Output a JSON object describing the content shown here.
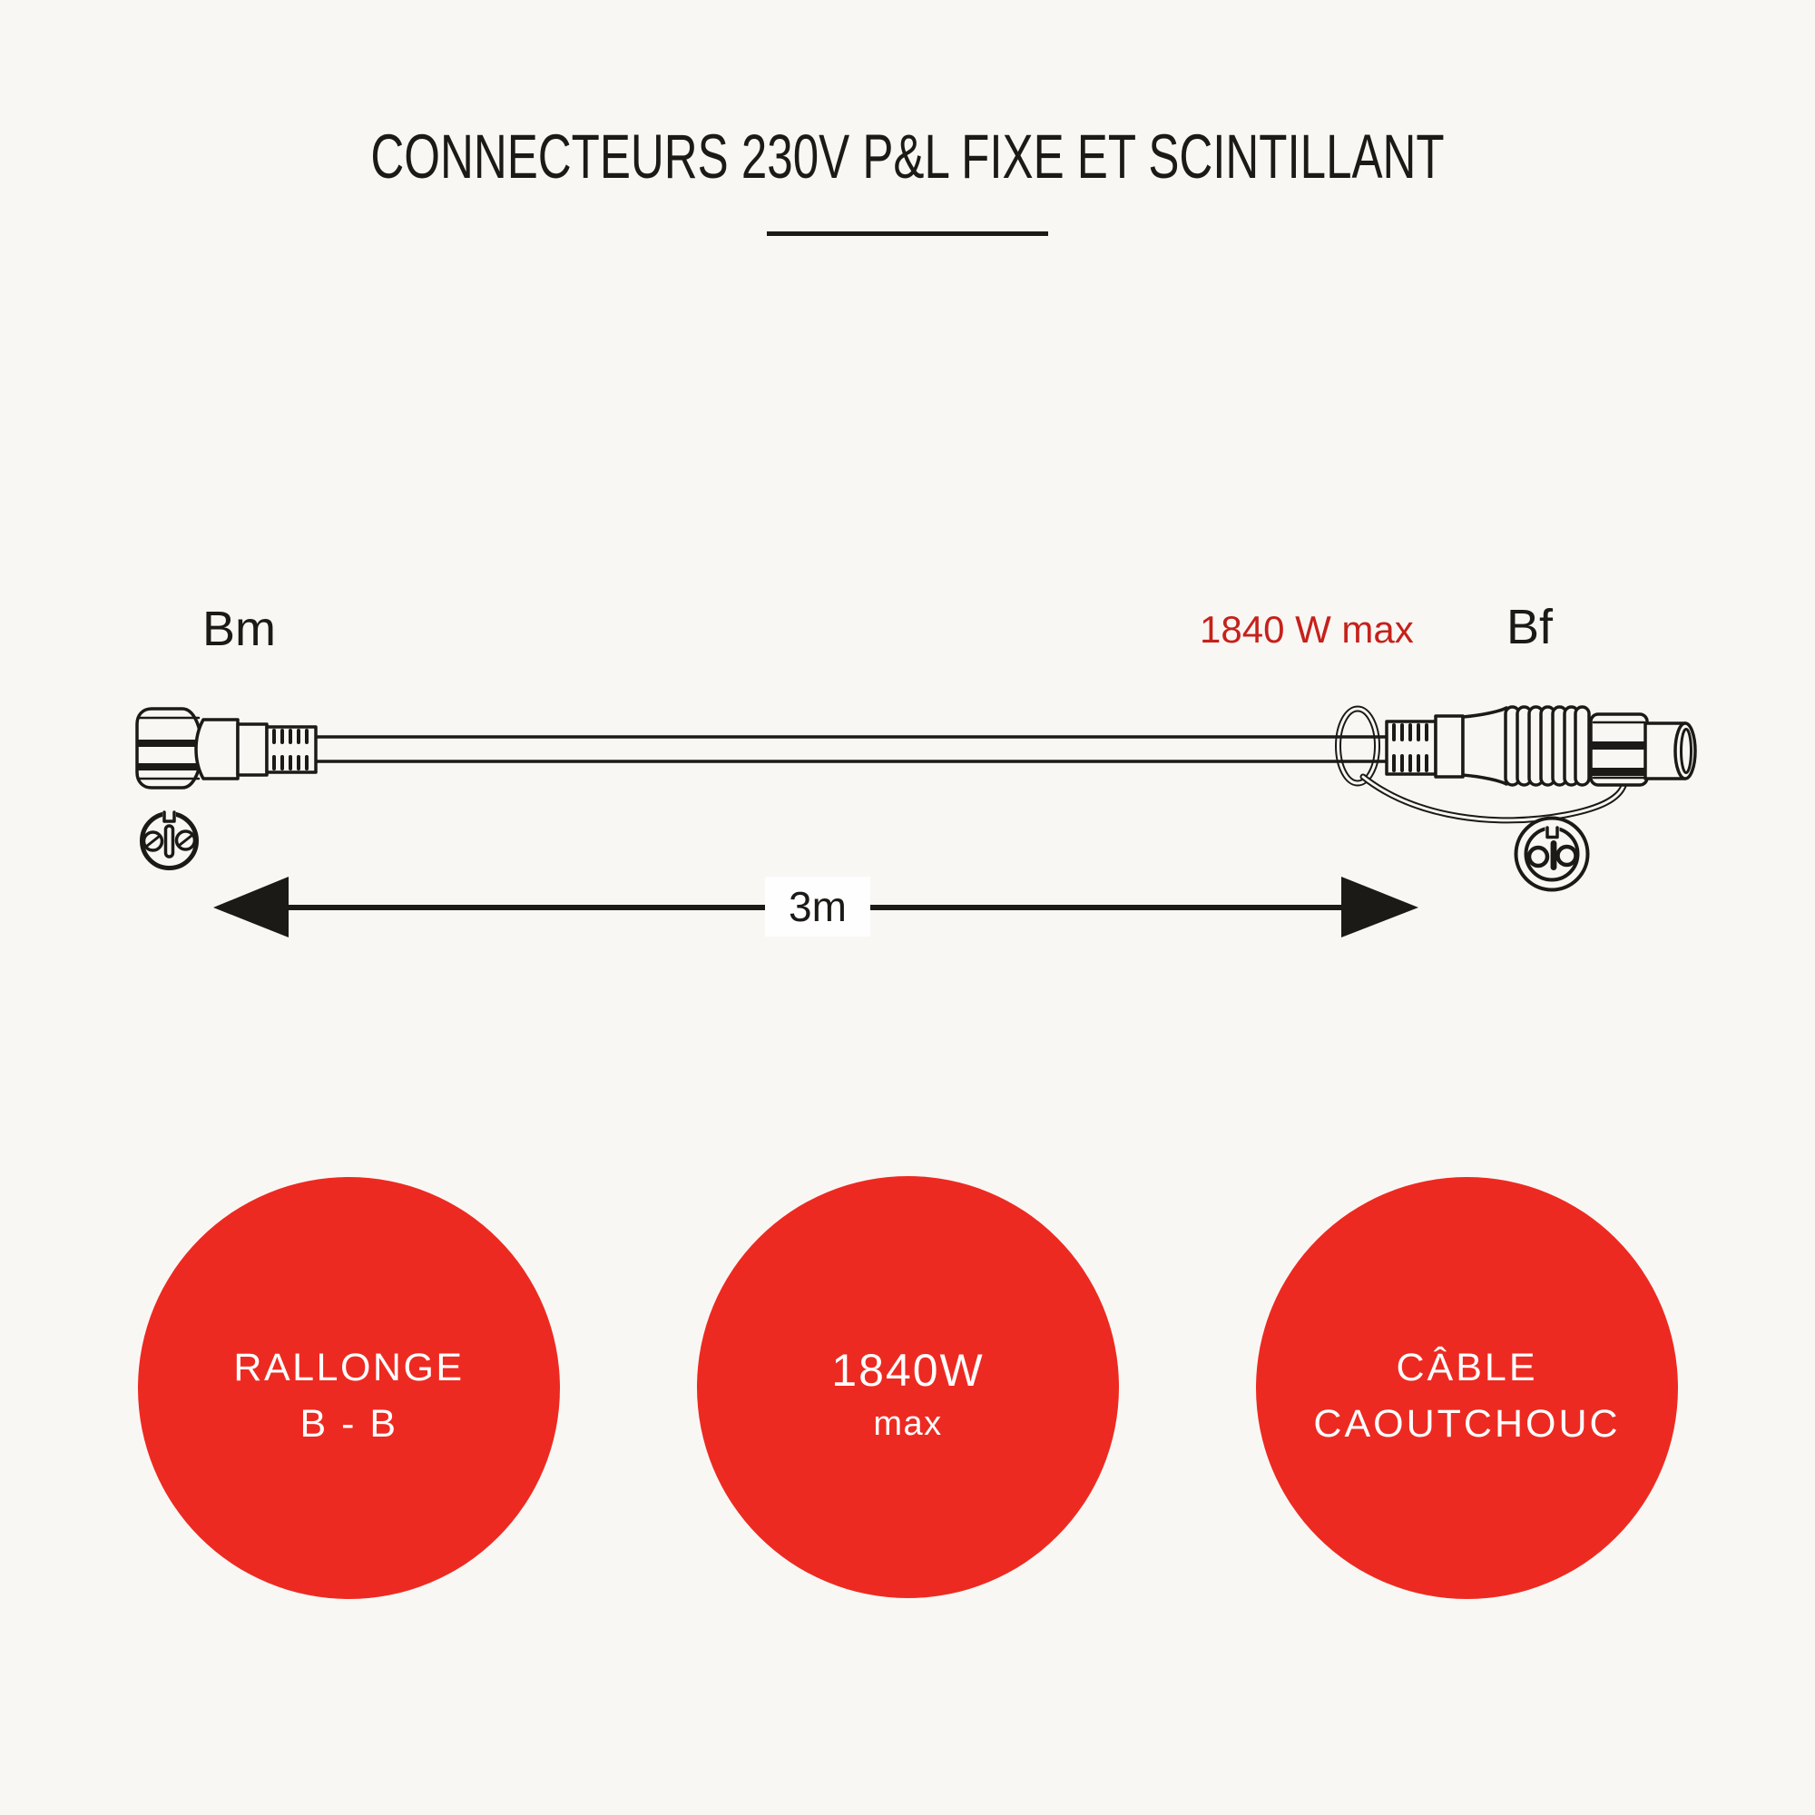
{
  "page": {
    "background": "#f9f7f4",
    "ink_color": "#1b1a16"
  },
  "title": {
    "text": "CONNECTEURS 230V P&L FIXE ET SCINTILLANT"
  },
  "diagram": {
    "male_label": "Bm",
    "female_label": "Bf",
    "power_note": "1840 W max",
    "power_note_color": "#c6211b",
    "length_note": "3m",
    "icons": {
      "male_connector": "male-plug-side-view",
      "female_connector": "female-plug-side-view",
      "male_face": "two-pin-plug-face",
      "female_face": "two-hole-socket-face",
      "arrow": "double-headed-length-arrow"
    }
  },
  "badges": {
    "background": "#ed2a21",
    "items": [
      {
        "line1": "RALLONGE",
        "line2": "B - B"
      },
      {
        "line1": "1840W",
        "line2": "max"
      },
      {
        "line1": "CÂBLE",
        "line2": "CAOUTCHOUC"
      }
    ]
  }
}
